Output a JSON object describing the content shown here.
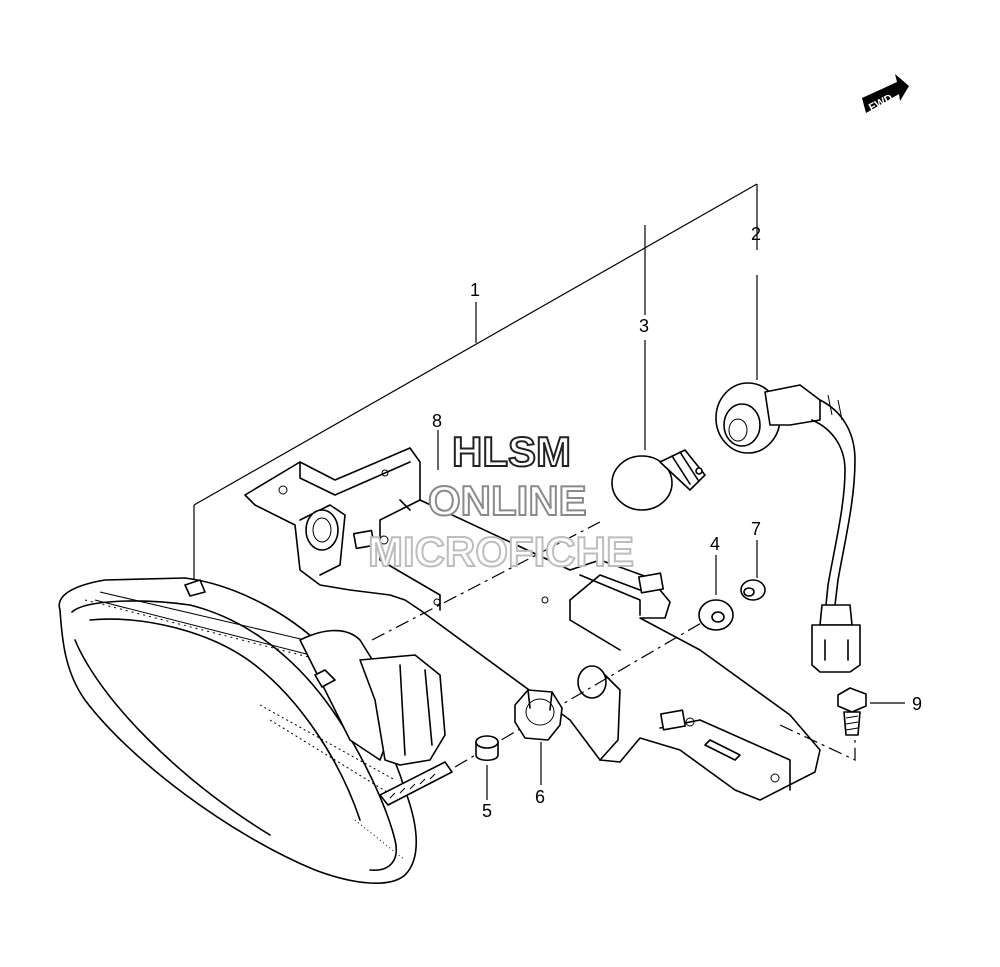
{
  "fwd_label": "FWD",
  "watermark": {
    "line1": "HLSM",
    "line2": "ONLINE",
    "line3": "MICROFICHE",
    "color_line1": "#222222",
    "color_line2": "#8a8a8a",
    "color_line3": "#bdbdbd"
  },
  "callouts": {
    "c1": "1",
    "c2": "2",
    "c3": "3",
    "c4": "4",
    "c5": "5",
    "c6": "6",
    "c7": "7",
    "c8": "8",
    "c9": "9"
  }
}
